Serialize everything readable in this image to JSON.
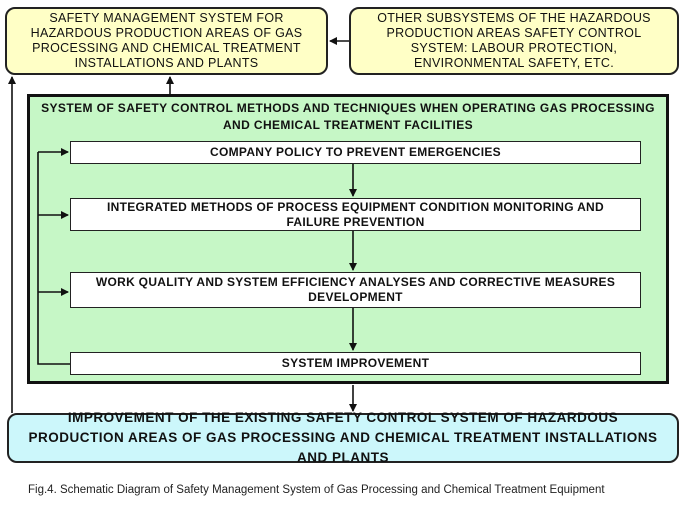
{
  "boxes": {
    "safety_management_system": "SAFETY MANAGEMENT SYSTEM FOR HAZARDOUS PRODUCTION AREAS OF GAS PROCESSING AND CHEMICAL TREATMENT INSTALLATIONS AND PLANTS",
    "other_subsystems": "OTHER SUBSYSTEMS OF THE HAZARDOUS PRODUCTION AREAS SAFETY CONTROL SYSTEM: LABOUR PROTECTION, ENVIRONMENTAL SAFETY, ETC.",
    "control_methods_title": "SYSTEM OF SAFETY CONTROL METHODS AND TECHNIQUES WHEN OPERATING GAS PROCESSING AND CHEMICAL TREATMENT FACILITIES",
    "company_policy": "COMPANY POLICY TO PREVENT EMERGENCIES",
    "integrated_methods": "INTEGRATED METHODS OF PROCESS EQUIPMENT CONDITION MONITORING AND FAILURE PREVENTION",
    "work_quality": "WORK QUALITY AND SYSTEM EFFICIENCY ANALYSES AND CORRECTIVE MEASURES DEVELOPMENT",
    "system_improvement": "SYSTEM IMPROVEMENT",
    "improvement_existing": "IMPROVEMENT OF THE EXISTING SAFETY CONTROL SYSTEM OF HAZARDOUS PRODUCTION AREAS OF GAS PROCESSING AND CHEMICAL TREATMENT INSTALLATIONS AND PLANTS"
  },
  "caption": "Fig.4. Schematic Diagram of Safety Management System of Gas Processing and Chemical Treatment Equipment",
  "colors": {
    "yellow_fill": "#ffffc6",
    "green_fill": "#c6f7c6",
    "cyan_fill": "#ccf7fb",
    "line": "#111111"
  }
}
